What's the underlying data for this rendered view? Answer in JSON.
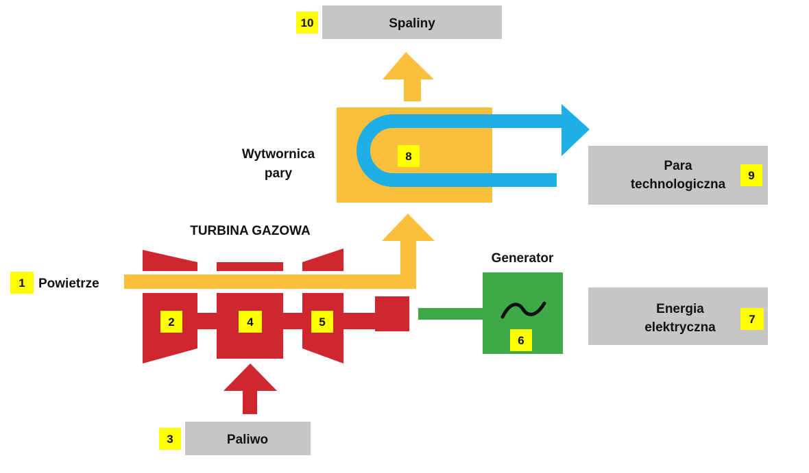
{
  "colors": {
    "yellow_flow": "#fbbf3e",
    "red_turbine": "#d0262f",
    "blue_steam": "#1eaee8",
    "green_generator": "#3fa847",
    "gray_box": "#c6c6c6",
    "badge_yellow": "#ffff00",
    "text": "#111111"
  },
  "labels": {
    "air": "Powietrze",
    "gas_turbine": "TURBINA GAZOWA",
    "steam_generator_line1": "Wytwornica",
    "steam_generator_line2": "pary",
    "generator": "Generator",
    "generator_symbol": "~"
  },
  "boxes": {
    "exhaust": "Spaliny",
    "fuel": "Paliwo",
    "process_steam_line1": "Para",
    "process_steam_line2": "technologiczna",
    "electricity_line1": "Energia",
    "electricity_line2": "elektryczna"
  },
  "badges": {
    "air": "1",
    "compressor": "2",
    "fuel": "3",
    "combustor": "4",
    "turbine": "5",
    "generator": "6",
    "electricity": "7",
    "hrsg": "8",
    "process_steam": "9",
    "exhaust": "10"
  }
}
